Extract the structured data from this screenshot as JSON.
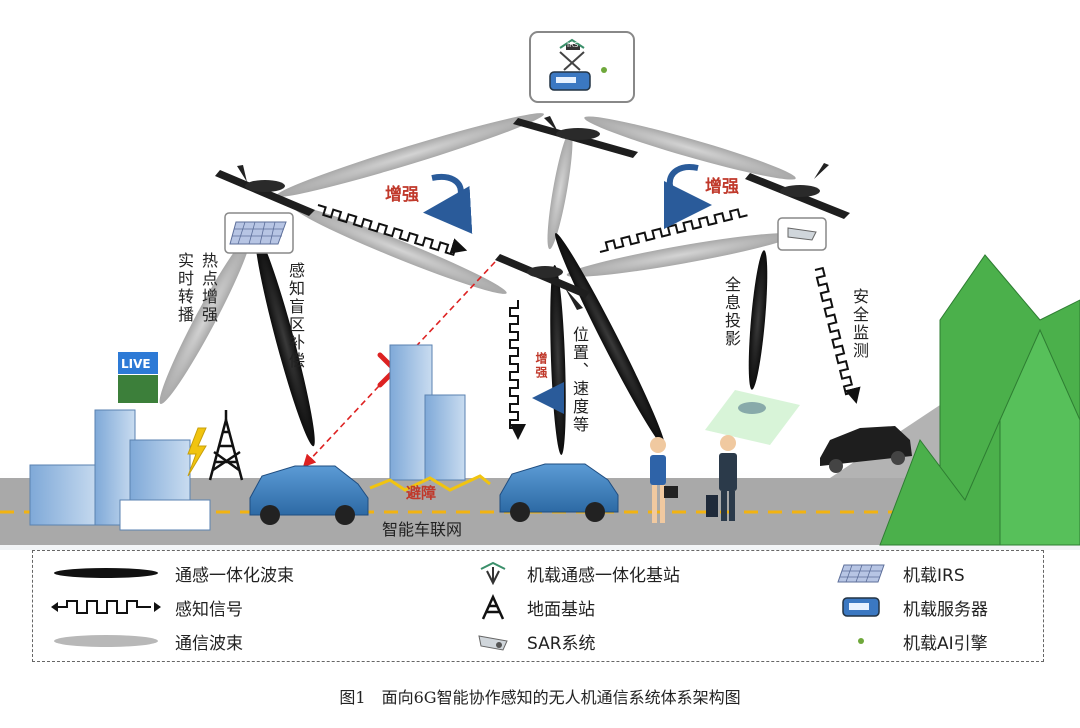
{
  "labels": {
    "enhance_left": "增强",
    "enhance_right": "增强",
    "enhance_small": "增强",
    "hotspot": "热点增强",
    "live_relay": "实时转播",
    "blind_comp": "感知盲区补偿",
    "pos_speed": "位置、速度等",
    "hologram": "全息投影",
    "security": "安全监测",
    "avoid": "避障",
    "iov": "智能车联网",
    "live_badge": "LIVE",
    "irs_badge": "IRS"
  },
  "legend": {
    "isac_beam": "通感一体化波束",
    "sensing_signal": "感知信号",
    "comm_beam": "通信波束",
    "isac_bs": "机载通感一体化基站",
    "ground_bs": "地面基站",
    "sar": "SAR系统",
    "irs": "机载IRS",
    "server": "机载服务器",
    "ai_engine": "机载AI引擎"
  },
  "caption": "图1　面向6G智能协作感知的无人机通信系统体系架构图"
}
